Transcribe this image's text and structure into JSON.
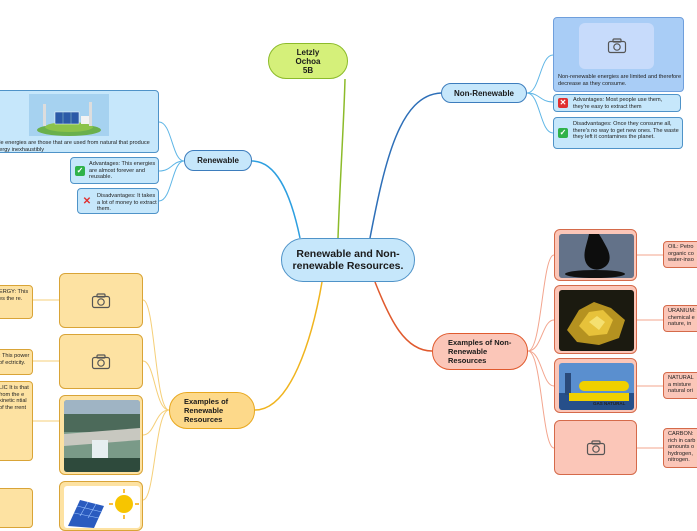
{
  "central": {
    "title": "Renewable and Non-renewable Resources."
  },
  "author": {
    "text": "Letzly Ochoa 5B"
  },
  "non_renewable": {
    "label": "Non-Renewable",
    "definition": "Non-renewable energies are limited and therefore decrease as they consume.",
    "advantages": "Advantages: Most people use them, they're easy to extract them",
    "disadvantages": "Disadvantages: Once they consume all, there's no way to get new ones. The waste they left it contamines the planet."
  },
  "renewable": {
    "label": "Renewable",
    "definition": "able energies are those that are used from natural that produce energy inexhaustibly",
    "advantages": "Advantages:  This energies are almost forever and reusable.",
    "disadvantages": "Disadvantages: It takes a lot of money to extract them."
  },
  "examples_non_renewable": {
    "label": "Examples of Non-Renewable Resources",
    "items": [
      {
        "text": "OIL: Petro organic co water-inso"
      },
      {
        "text": "URANIUM: chemical e nature, in"
      },
      {
        "text": "NATURAL a mixture natural ori",
        "image_caption": "GAS NATURAL"
      },
      {
        "text": "CARBON: rich in carb amounts o hydrogen, nitrogen."
      }
    ]
  },
  "examples_renewable": {
    "label": "Examples of Renewable Resources",
    "items": [
      {
        "text": "ERGY: This es the re."
      },
      {
        "text": ": This power of ectricity."
      },
      {
        "text": "LIC It is that from the e kinetic ntial of the rrent"
      },
      {
        "text": ""
      }
    ]
  },
  "colors": {
    "blue_branch": "#2d6fb8",
    "green_branch": "#8cbb2a",
    "red_branch": "#e05a2e",
    "yellow_branch": "#f0b41e",
    "light_blue_branch": "#5fb6e6"
  },
  "icons": [
    "camera-icon",
    "check-icon",
    "cross-icon"
  ]
}
